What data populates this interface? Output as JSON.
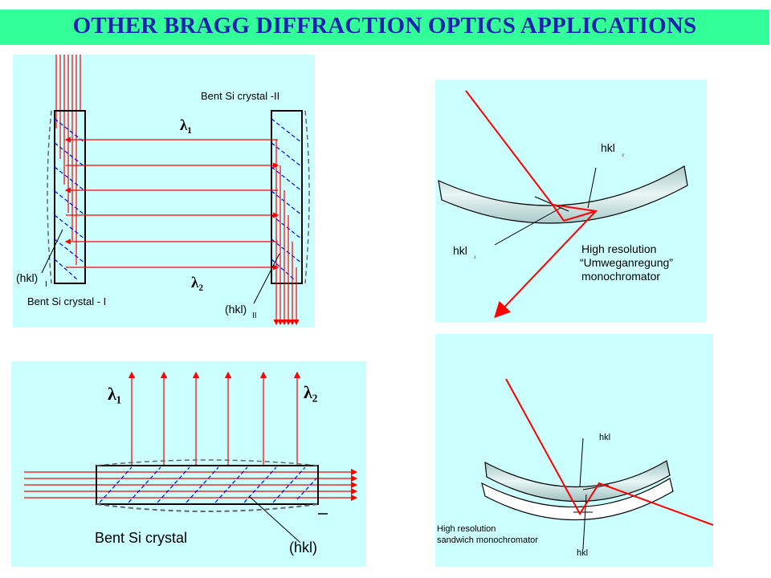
{
  "title": "OTHER BRAGG DIFFRACTION OPTICS APPLICATIONS",
  "colors": {
    "title_bar": "#33ff99",
    "title_text": "#1c22b0",
    "panel_bg": "#ccffff",
    "beam": "#ff0000",
    "planes": "#0000ff",
    "crystal_edge": "#000000",
    "crystal_fill": "#bfe0e0"
  },
  "panel_a": {
    "label_crystal_2": "Bent Si crystal -II",
    "label_lambda_1": "λ₁",
    "label_lambda_2": "λ₂",
    "label_hkl_1": "(hkl)",
    "label_hkl_1_sub": "I",
    "label_crystal_1": "Bent Si crystal - I",
    "label_hkl_2": "(hkl)",
    "label_hkl_2_sub": "II"
  },
  "panel_b": {
    "label_lambda_1": "λ₁",
    "label_lambda_2": "λ₂",
    "label_crystal": "Bent Si crystal",
    "label_hkl": "(hkl)"
  },
  "panel_c": {
    "label_hkl_2": "hkl",
    "label_hkl_2_sub": "₂",
    "label_hkl_1": "hkl",
    "label_hkl_1_sub": "₁",
    "caption_line_1": "High resolution",
    "caption_line_2": "“Umweganregung”",
    "caption_line_3": "monochromator"
  },
  "panel_d": {
    "label_hkl_top": "hkl",
    "caption_line_1": "High resolution",
    "caption_line_2": "sandwich monochromator",
    "label_hkl_bottom": "hkl"
  }
}
